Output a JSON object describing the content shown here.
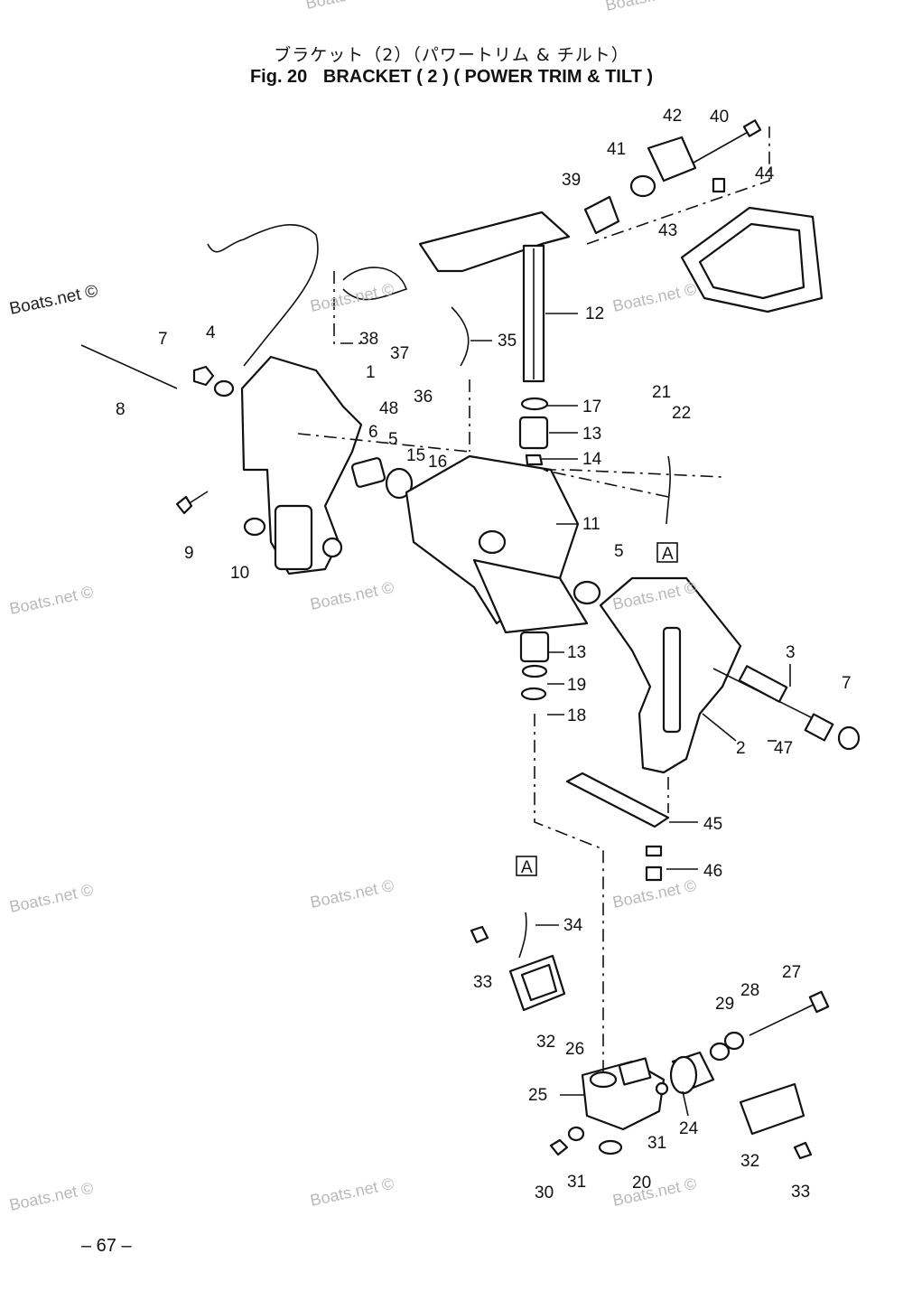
{
  "title": {
    "jp": "ブラケット（2）（パワートリム & チルト）",
    "fig": "Fig. 20",
    "name": "BRACKET ( 2 ) ( POWER TRIM & TILT )"
  },
  "page_number": "– 67 –",
  "watermark": "Boats.net ©",
  "ref_marker": "A",
  "callouts": [
    "1",
    "2",
    "3",
    "4",
    "5",
    "6",
    "7",
    "8",
    "9",
    "10",
    "11",
    "12",
    "13",
    "14",
    "15",
    "16",
    "17",
    "18",
    "19",
    "20",
    "21",
    "22",
    "24",
    "25",
    "26",
    "27",
    "28",
    "29",
    "30",
    "31",
    "32",
    "33",
    "34",
    "35",
    "36",
    "37",
    "38",
    "39",
    "40",
    "41",
    "42",
    "43",
    "44",
    "45",
    "46",
    "47",
    "48"
  ]
}
